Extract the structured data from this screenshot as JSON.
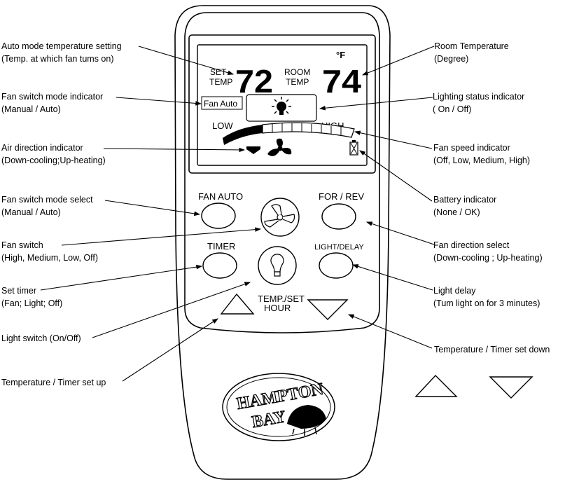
{
  "lcd": {
    "set_label_1": "SET",
    "set_label_2": "TEMP",
    "set_value": "72",
    "room_label_1": "ROOM",
    "room_label_2": "TEMP",
    "room_value": "74",
    "unit": "°F",
    "mode_text": "Fan Auto",
    "low_label": "LOW",
    "high_label": "HIGH"
  },
  "buttons": {
    "fan_auto": "FAN AUTO",
    "for_rev": "FOR / REV",
    "timer": "TIMER",
    "light_delay": "LIGHT/DELAY",
    "temp_set_1": "TEMP./SET",
    "temp_set_2": "HOUR"
  },
  "logo": {
    "line1": "HAMPTON",
    "line2": "BAY"
  },
  "callouts": {
    "auto_mode": {
      "line1": "Auto mode temperature setting",
      "line2": "(Temp. at which fan tums on)"
    },
    "fan_switch_mode_indicator": {
      "line1": "Fan switch mode indicator",
      "line2": "(Manual / Auto)"
    },
    "air_direction": {
      "line1": "Air direction indicator",
      "line2": "(Down-cooling;Up-heating)"
    },
    "fan_switch_mode_select": {
      "line1": "Fan switch mode select",
      "line2": "(Manual / Auto)"
    },
    "fan_switch": {
      "line1": "Fan switch",
      "line2": "(High, Medium, Low, Off)"
    },
    "set_timer": {
      "line1": "Set timer",
      "line2": "(Fan; Light; Off)"
    },
    "light_switch": {
      "line1": "Light switch (On/Off)"
    },
    "temp_set_up": {
      "line1": "Temperature / Timer set up"
    },
    "room_temp": {
      "line1": "Room Temperature",
      "line2": "(Degree)"
    },
    "lighting_status": {
      "line1": "Lighting status indicator",
      "line2": "( On / Off)"
    },
    "fan_speed": {
      "line1": "Fan speed indicator",
      "line2": "(Off, Low, Medium, High)"
    },
    "battery": {
      "line1": "Battery indicator",
      "line2": "(None / OK)"
    },
    "fan_direction": {
      "line1": "Fan direction select",
      "line2": "(Down-cooling ; Up-heating)"
    },
    "light_delay": {
      "line1": "Light delay",
      "line2": "(Tum light on for 3 minutes)"
    },
    "temp_set_down": {
      "line1": "Temperature / Timer set down"
    }
  },
  "icons": [
    "lightbulb-icon",
    "fan-icon",
    "battery-icon",
    "down-arrow-icon",
    "triangle-up-icon",
    "triangle-down-icon"
  ]
}
